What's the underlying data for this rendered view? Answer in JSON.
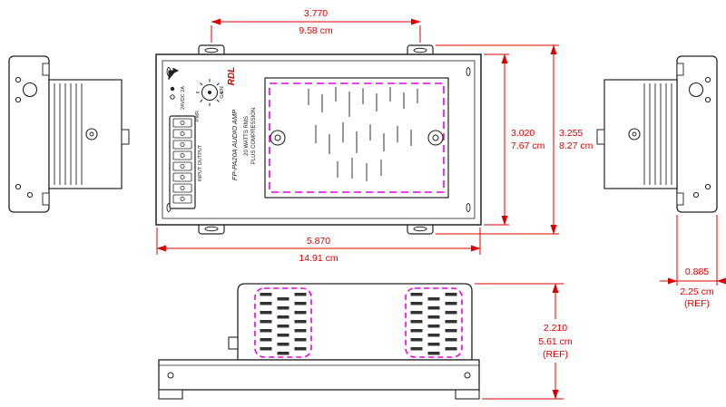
{
  "title": "RDL FP-PA20A mounting dimensional drawing",
  "colors": {
    "dimension_red": "#dd0000",
    "outline_magenta": "#e800e8",
    "line_ink": "#222222",
    "brand_red": "#cc0000"
  },
  "dims": {
    "tab_spacing": {
      "in": "3.770",
      "cm": "9.58 cm"
    },
    "overall_width": {
      "in": "5.870",
      "cm": "14.91 cm"
    },
    "chassis_height": {
      "in": "3.020",
      "cm": "7.67 cm"
    },
    "overall_height": {
      "in": "3.255",
      "cm": "8.27 cm"
    },
    "bracket_depth": {
      "in": "0.885",
      "cm": "2.25 cm",
      "ref": "(REF)"
    },
    "front_height": {
      "in": "2.210",
      "cm": "5.61 cm",
      "ref": "(REF)"
    }
  },
  "panel": {
    "brand": "RDL",
    "model": "FP-PA20A   AUDIO AMP",
    "spec1": "20 WATTS RMS",
    "spec2": "PLUS COMPRESSION",
    "gain": "GAIN",
    "pwr": "PWR",
    "power": "24VDC 2A",
    "io": "INPUT        OUTPUT"
  }
}
